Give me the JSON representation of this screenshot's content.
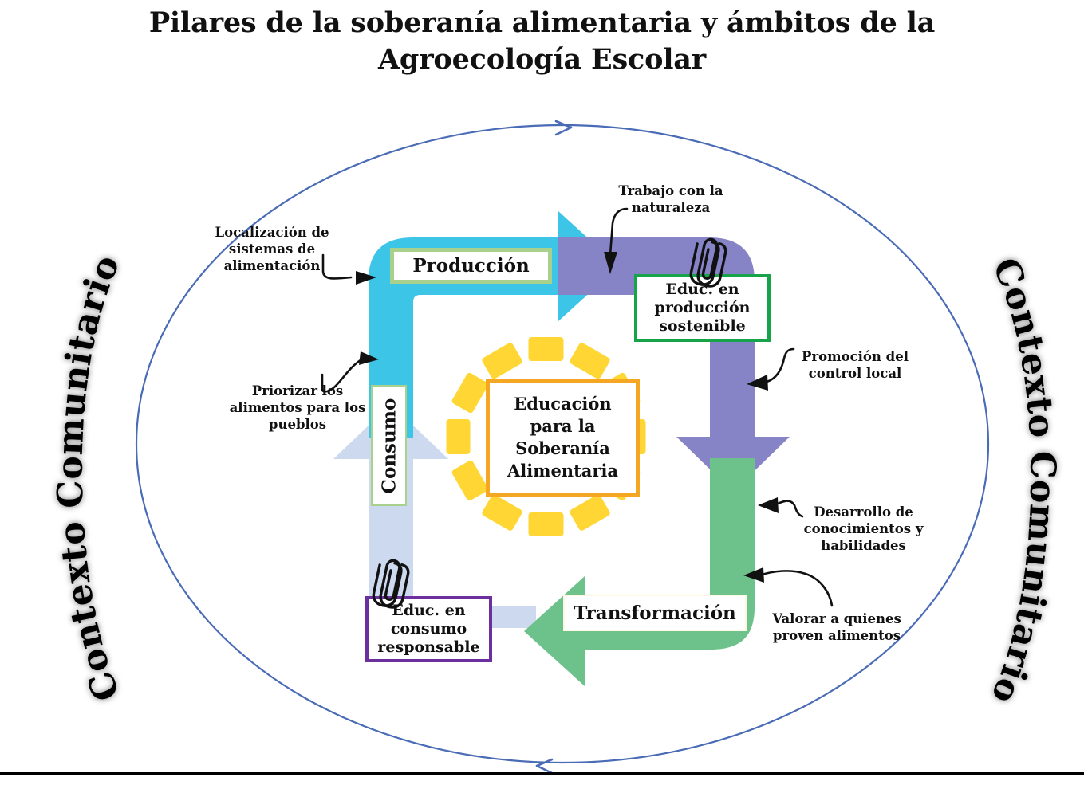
{
  "title": {
    "line1": "Pilares de la soberanía alimentaria y ámbitos de la",
    "line2": "Agroecología Escolar"
  },
  "context": {
    "left_label": "Contexto Comunitario",
    "right_label": "Contexto Comunitario"
  },
  "center": {
    "label": "Educación para la Soberanía Alimentaria",
    "line1": "Educación",
    "line2": "para la",
    "line3": "Soberanía",
    "line4": "Alimentaria",
    "border_color": "#f5a623",
    "ray_color": "#ffd633",
    "ray_count": 12
  },
  "cycle": {
    "nodes": [
      {
        "id": "produccion",
        "label": "Producción",
        "arrow_color": "#3dc5e8",
        "border_color": "#a9d18e",
        "direction": "right"
      },
      {
        "id": "educ-produccion-sostenible",
        "label": "Educ. en producción sostenible",
        "line1": "Educ. en",
        "line2": "producción",
        "line3": "sostenible",
        "arrow_color": "#8684c6",
        "border_color": "#16a34a",
        "has_paperclip": true
      },
      {
        "id": "transformacion",
        "label": "Transformación",
        "arrow_color": "#6dc18b",
        "border_color": "#fdf8e4",
        "direction": "left"
      },
      {
        "id": "educ-consumo-responsable",
        "label": "Educ. en consumo responsable",
        "line1": "Educ. en",
        "line2": "consumo",
        "line3": "responsable",
        "arrow_color": "#ccd9ef",
        "border_color": "#6b2f9e",
        "has_paperclip": true
      },
      {
        "id": "consumo",
        "label": "Consumo",
        "arrow_color": "#ccd9ef",
        "border_color": "#a9d18e",
        "direction": "up"
      }
    ]
  },
  "callouts": [
    {
      "id": "localizacion",
      "text": "Localización de\nsistemas de\nalimentación"
    },
    {
      "id": "priorizar",
      "text": "Priorizar los\nalimentos para los\npueblos"
    },
    {
      "id": "trabajo-naturaleza",
      "text": "Trabajo con la\nnaturaleza"
    },
    {
      "id": "promocion-control-local",
      "text": "Promoción del\ncontrol local"
    },
    {
      "id": "desarrollo-conocimientos",
      "text": "Desarrollo de\nconocimientos y\nhabilidades"
    },
    {
      "id": "valorar-proveedores",
      "text": "Valorar a quienes\nproven alimentos"
    }
  ],
  "colors": {
    "ellipse_stroke": "#4a6bb5",
    "cyan": "#3dc5e8",
    "purple": "#8684c6",
    "green": "#6dc18b",
    "light_blue": "#ccd9ef",
    "yellow": "#ffd633",
    "amber": "#f5a623",
    "text": "#111111",
    "bottom_rule": "#000000"
  }
}
